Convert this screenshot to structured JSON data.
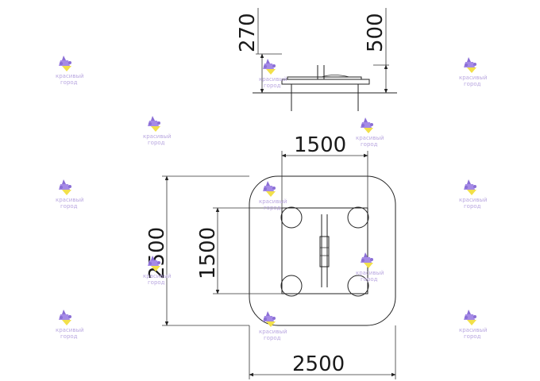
{
  "dimensions": {
    "side_height_small": "270",
    "side_height_large": "500",
    "top_inner_width": "1500",
    "top_inner_height": "1500",
    "top_outer_height": "2500",
    "top_outer_width": "2500"
  },
  "watermark": {
    "line1": "красивый",
    "line2": "город",
    "colors": {
      "purple": "#8b6fd6",
      "yellow": "#f2e04a",
      "text": "#b9a7e0"
    }
  },
  "colors": {
    "line": "#222222",
    "background": "#ffffff"
  }
}
